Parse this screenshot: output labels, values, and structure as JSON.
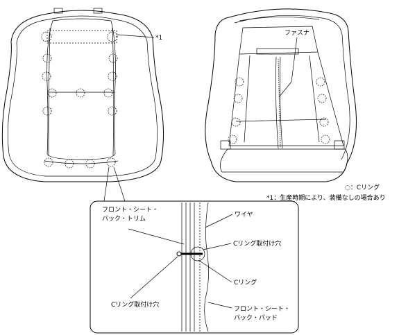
{
  "labels": {
    "note_1": "*1",
    "fastener": "ファスナ",
    "legend": "◌：Cリング",
    "footnote": "*1：生産時期により、装備なしの場合あり",
    "front_seat_back_trim_line1": "フロント・シート・",
    "front_seat_back_trim_line2": "バック・トリム",
    "wire": "ワイヤ",
    "c_ring_hole_right": "Cリング取付け穴",
    "c_ring": "Cリング",
    "c_ring_hole_left": "Cリング取付け穴",
    "front_seat_back_pad_line1": "フロント・シート・",
    "front_seat_back_pad_line2": "バック・パッド"
  }
}
